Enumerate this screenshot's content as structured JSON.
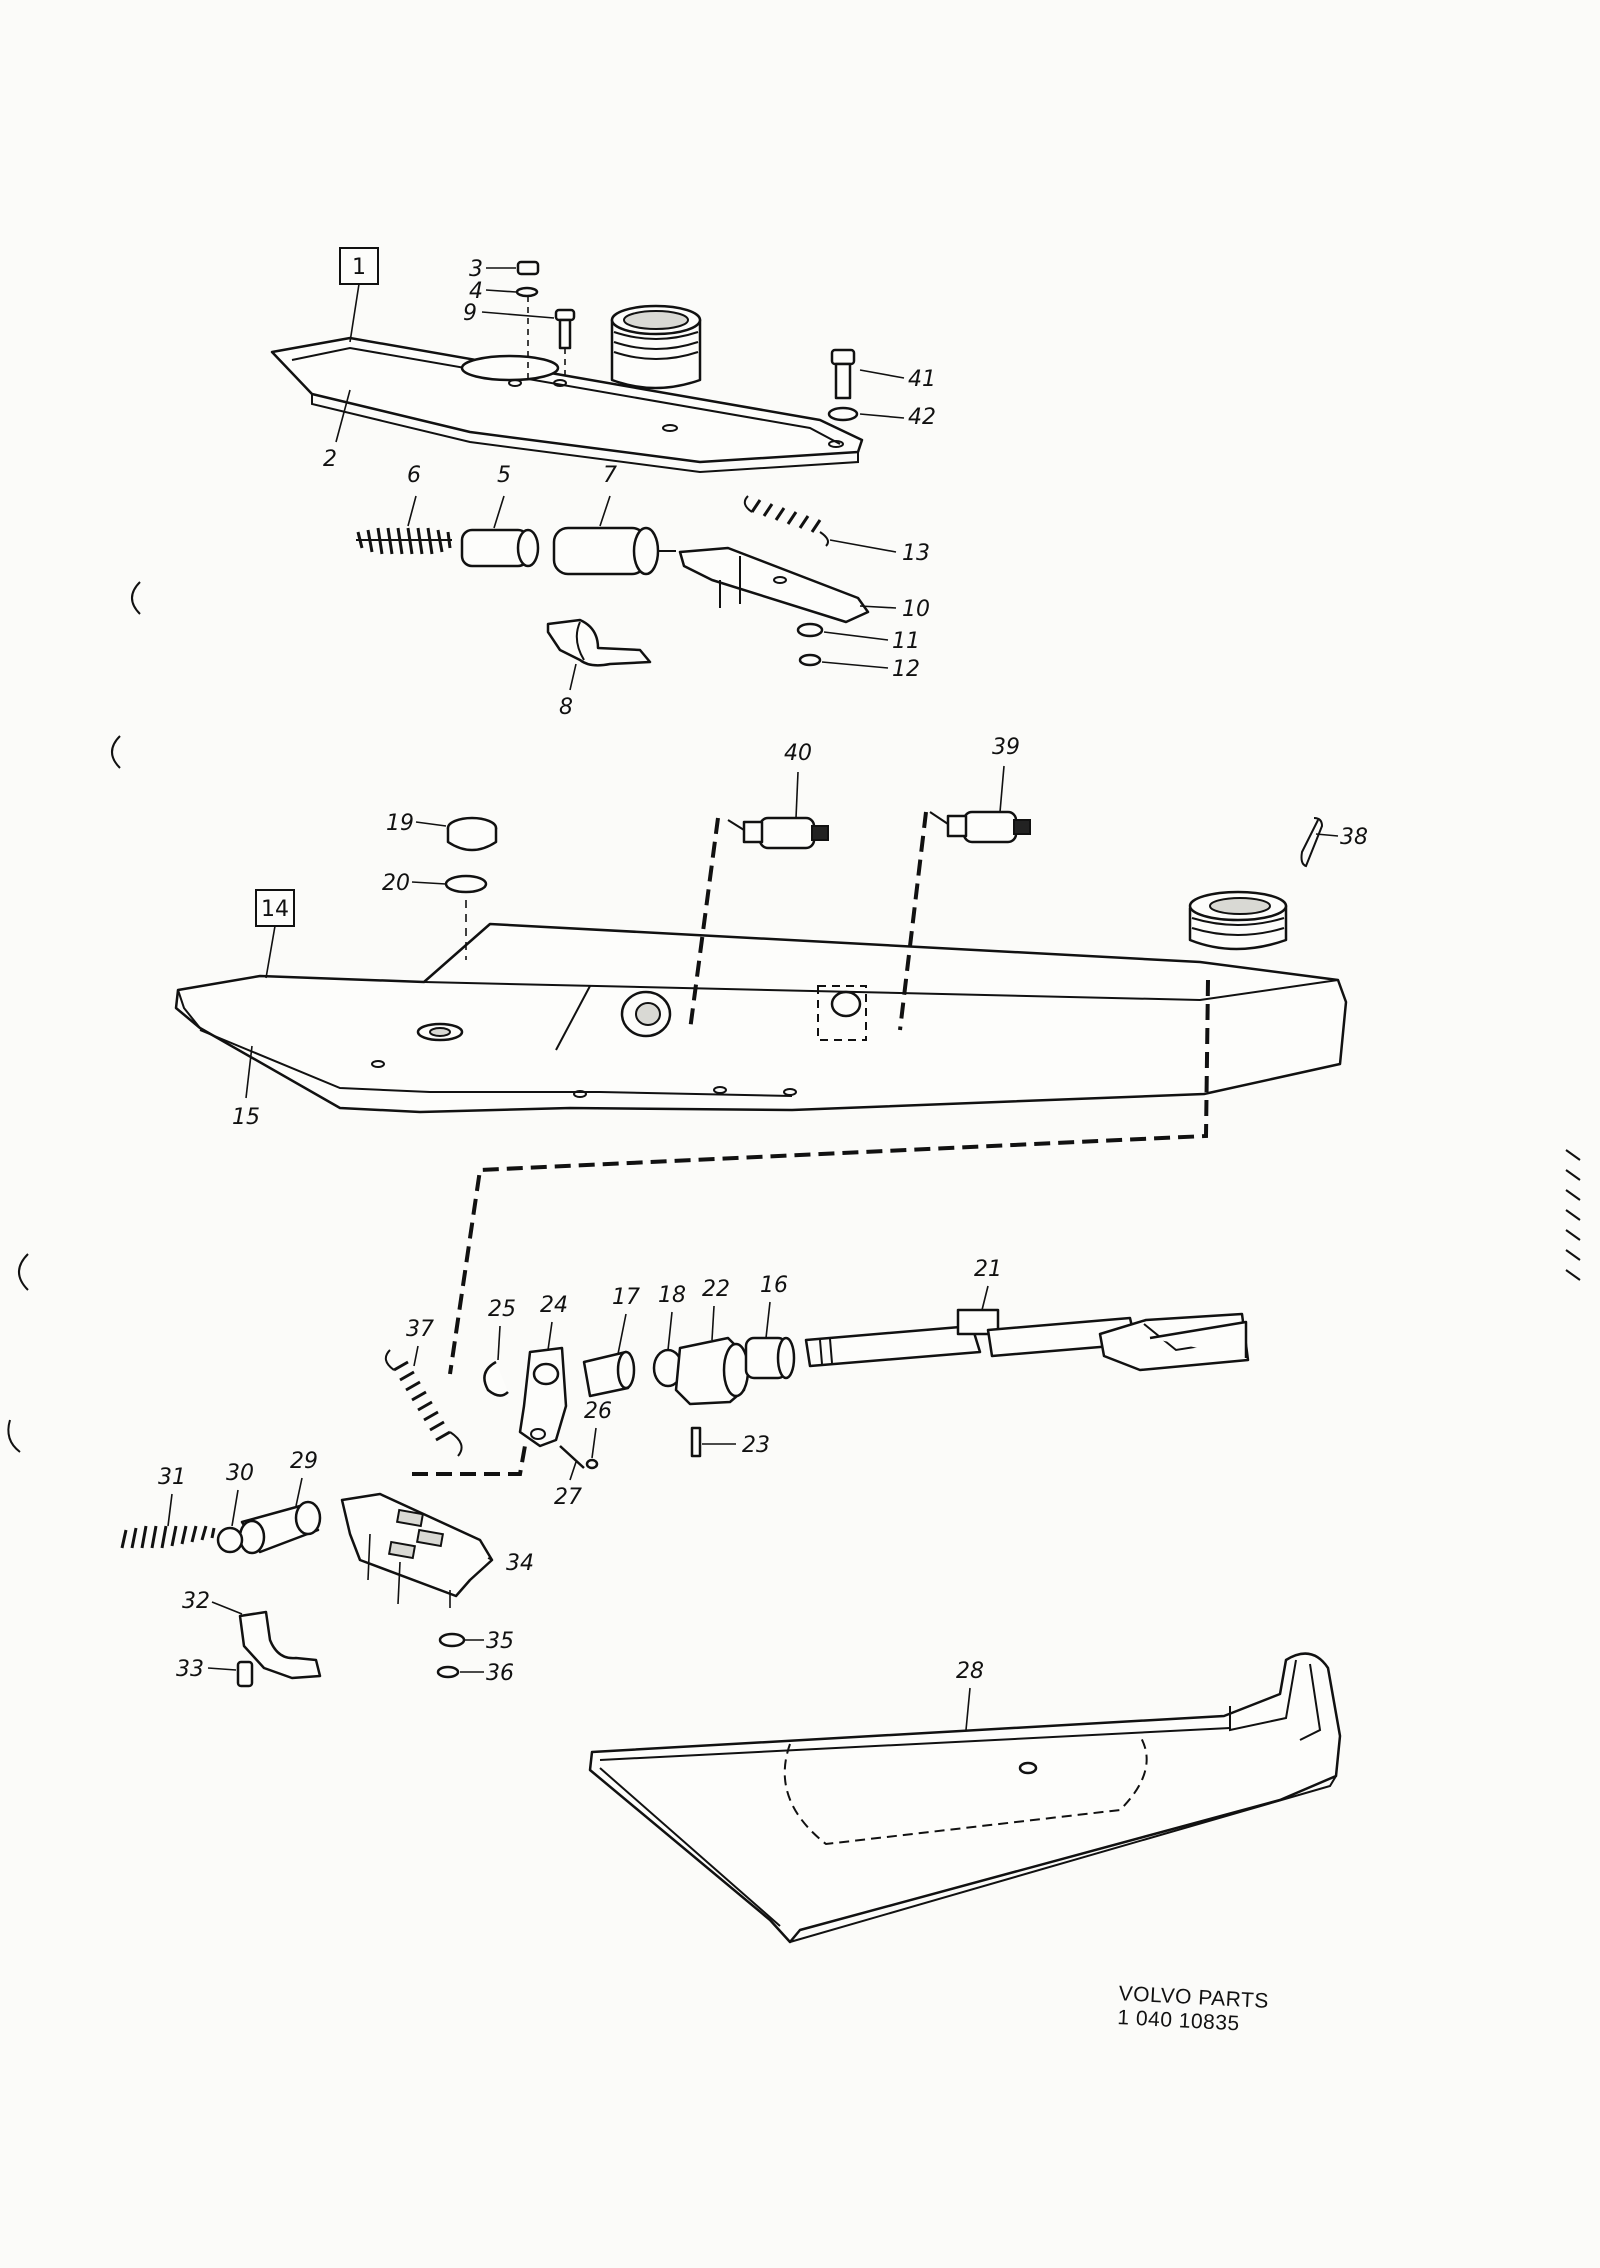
{
  "diagram": {
    "group_labels": [
      "1",
      "14"
    ],
    "part_numbers": {
      "p1": "1",
      "p2": "2",
      "p3": "3",
      "p4": "4",
      "p5": "5",
      "p6": "6",
      "p7": "7",
      "p8": "8",
      "p9": "9",
      "p10": "10",
      "p11": "11",
      "p12": "12",
      "p13": "13",
      "p14": "14",
      "p15": "15",
      "p16": "16",
      "p17": "17",
      "p18": "18",
      "p19": "19",
      "p20": "20",
      "p21": "21",
      "p22": "22",
      "p23": "23",
      "p24": "24",
      "p25": "25",
      "p26": "26",
      "p27": "27",
      "p28": "28",
      "p29": "29",
      "p30": "30",
      "p31": "31",
      "p32": "32",
      "p33": "33",
      "p34": "34",
      "p35": "35",
      "p36": "36",
      "p37": "37",
      "p38": "38",
      "p39": "39",
      "p40": "40",
      "p41": "41",
      "p42": "42"
    }
  },
  "footer": {
    "brand": "VOLVO PARTS",
    "code": "1 040 10835"
  }
}
